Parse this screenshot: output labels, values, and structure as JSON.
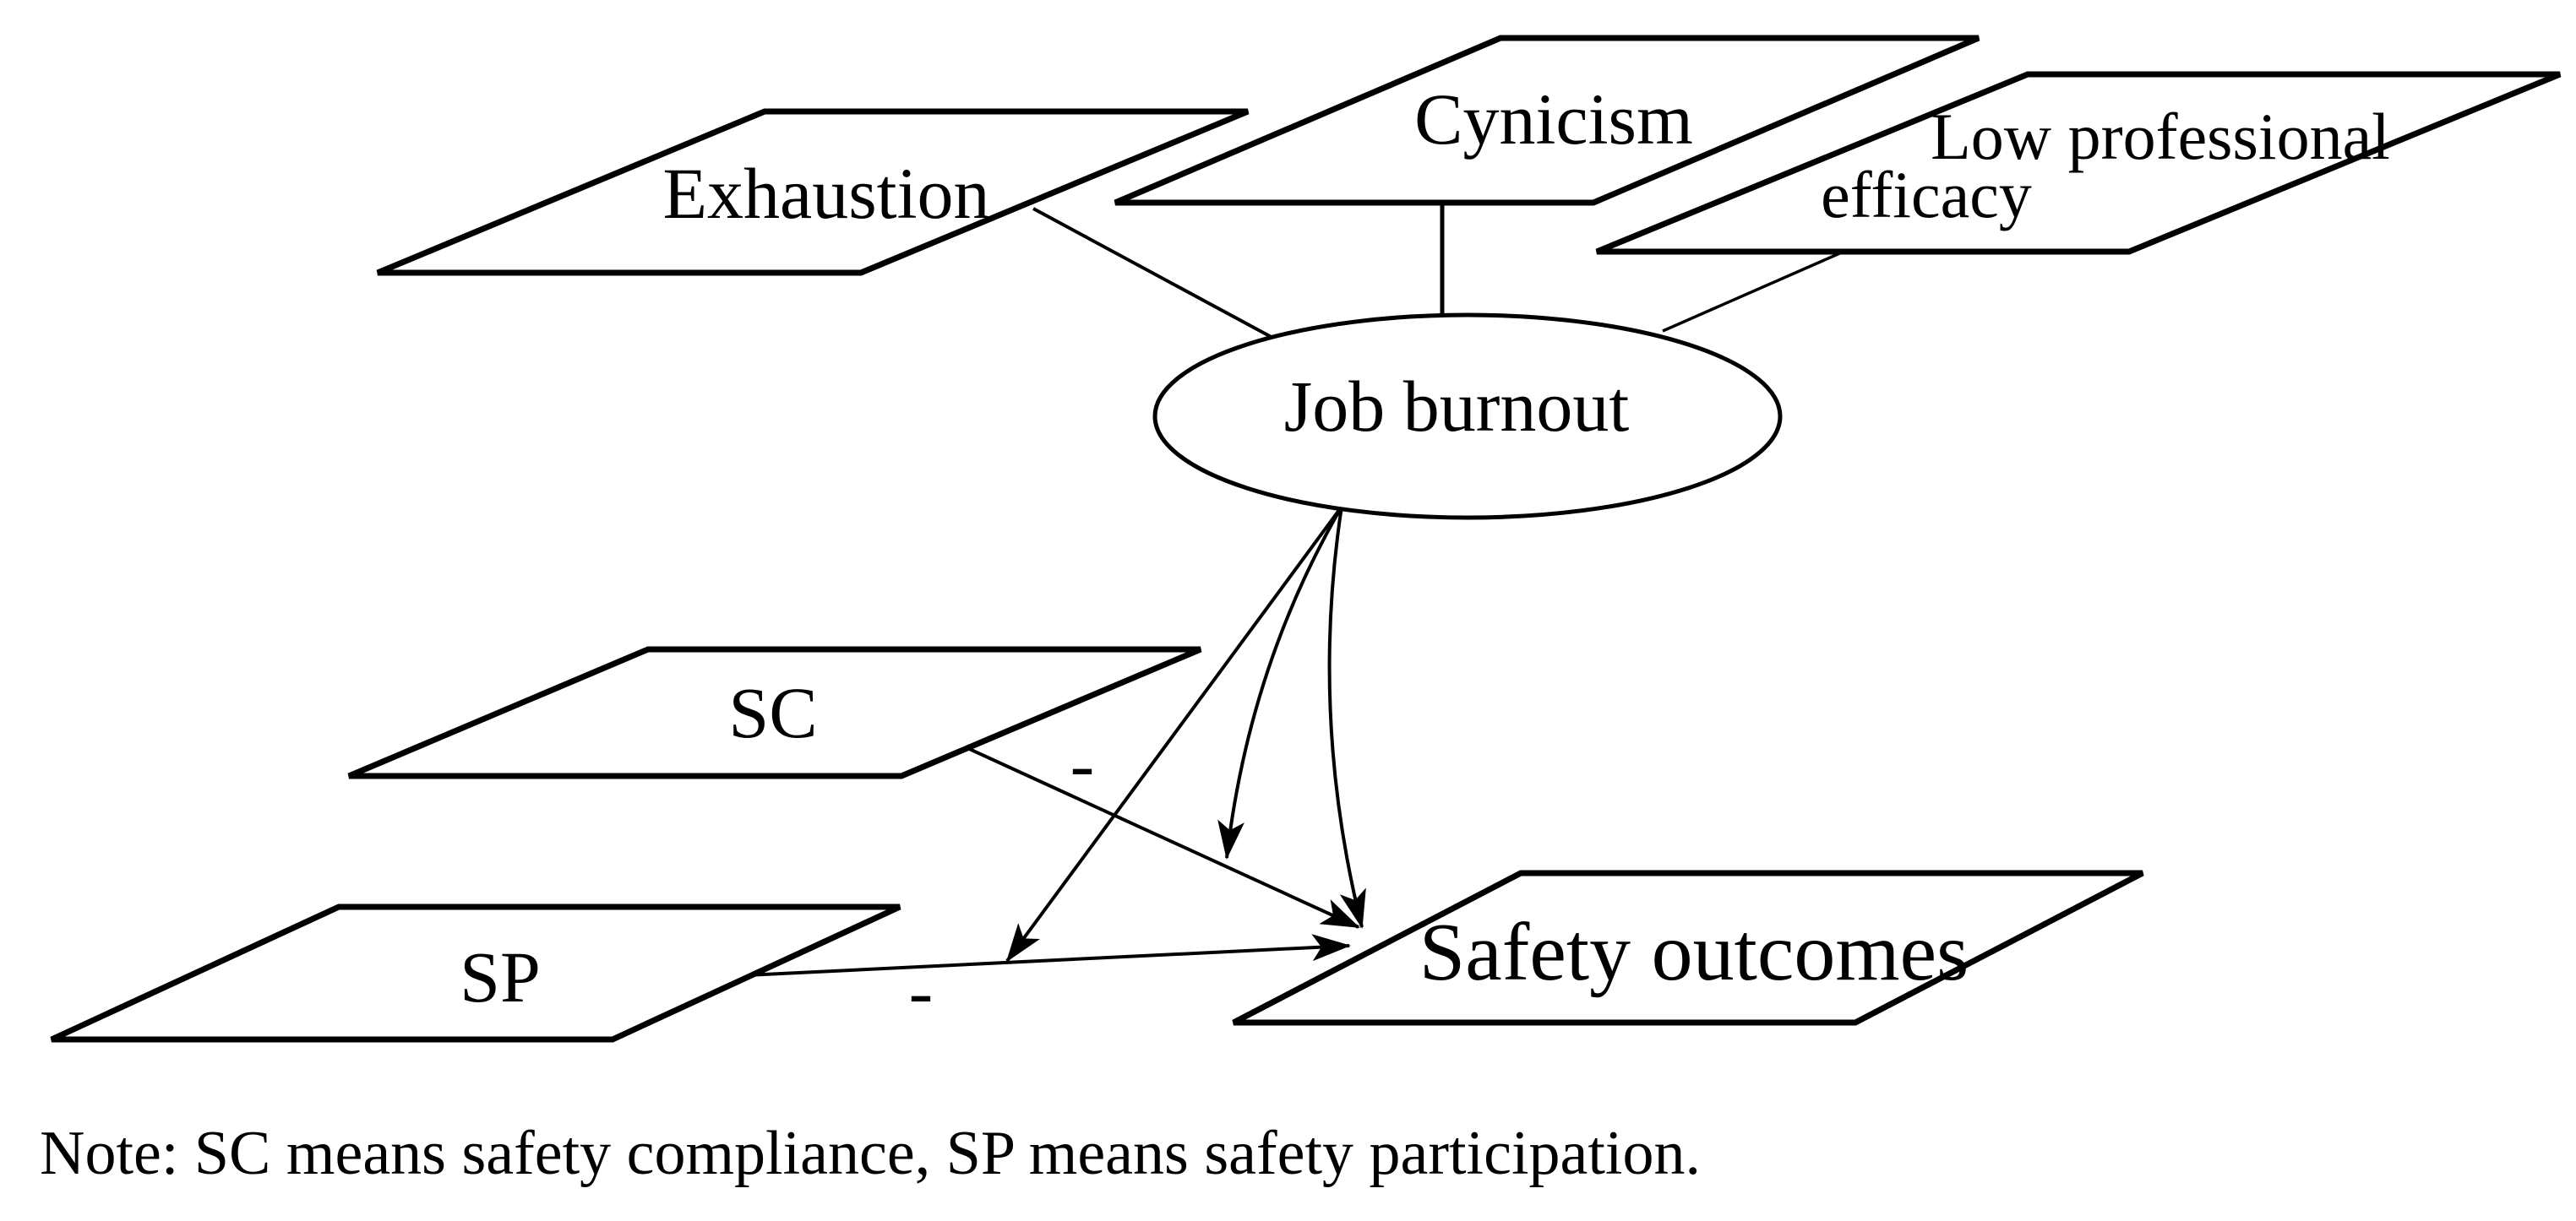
{
  "figure": {
    "background_color": "#ffffff",
    "ink_color": "#000000",
    "type": "path-model-diagram"
  },
  "nodes": {
    "exhaustion": {
      "label": "Exhaustion",
      "shape": "parallelogram"
    },
    "cynicism": {
      "label": "Cynicism",
      "shape": "parallelogram"
    },
    "low_professional_efficacy": {
      "label_lines": [
        "Low professional",
        "efficacy"
      ],
      "shape": "parallelogram"
    },
    "job_burnout": {
      "label": "Job burnout",
      "shape": "ellipse"
    },
    "sc": {
      "label": "SC",
      "shape": "parallelogram"
    },
    "sp": {
      "label": "SP",
      "shape": "parallelogram"
    },
    "safety_outcomes": {
      "label": "Safety outcomes",
      "shape": "parallelogram"
    }
  },
  "edges": [
    {
      "from": "exhaustion",
      "to": "job_burnout",
      "arrow": false
    },
    {
      "from": "cynicism",
      "to": "job_burnout",
      "arrow": false
    },
    {
      "from": "low_professional_efficacy",
      "to": "job_burnout",
      "arrow": false
    },
    {
      "from": "sc",
      "to": "safety_outcomes",
      "arrow": true,
      "label": "-"
    },
    {
      "from": "sp",
      "to": "safety_outcomes",
      "arrow": true,
      "label": "-"
    },
    {
      "from": "job_burnout",
      "to": "safety_outcomes",
      "arrow": true
    },
    {
      "from": "job_burnout",
      "to": "sc_to_safety_outcomes_path",
      "arrow": true
    },
    {
      "from": "job_burnout",
      "to": "sp_to_safety_outcomes_path",
      "arrow": true
    }
  ],
  "note": {
    "text": "Note: SC means safety compliance, SP means safety participation."
  }
}
